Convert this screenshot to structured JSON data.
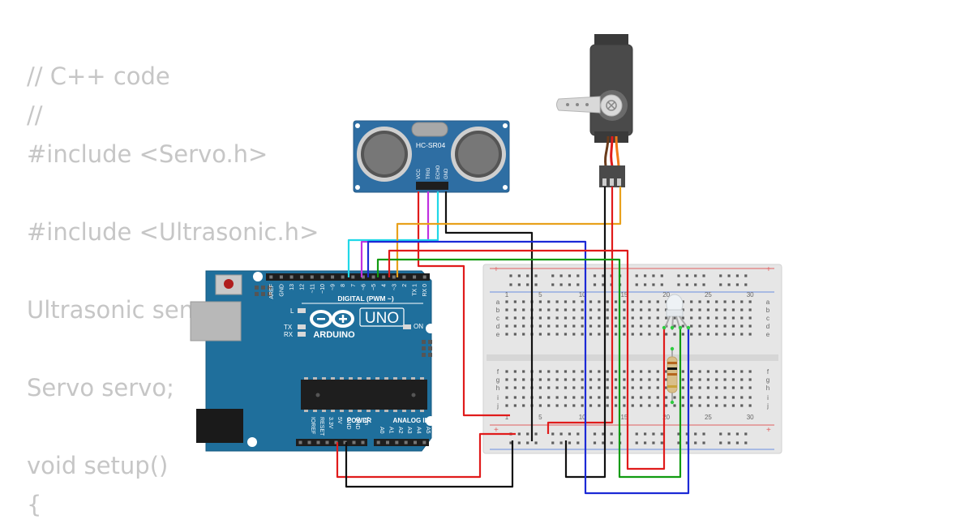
{
  "code_lines": [
    "// C++ code",
    "//",
    "#include <Servo.h>",
    "",
    "#include <Ultrasonic.h>",
    "",
    "Ultrasonic sen",
    "",
    "Servo servo;",
    "",
    "void setup()",
    "{"
  ],
  "sensor": {
    "model": "HC-SR04",
    "pins": [
      "VCC",
      "TRIG",
      "ECHO",
      "GND"
    ]
  },
  "arduino": {
    "brand": "ARDUINO",
    "model": "UNO",
    "digital_header": "DIGITAL (PWM ~)",
    "digital_pins": [
      "AREF",
      "GND",
      "13",
      "12",
      "~11",
      "~10",
      "~9",
      "8",
      "7",
      "~6",
      "~5",
      "4",
      "~3",
      "2",
      "TX 1",
      "RX 0"
    ],
    "power_label": "POWER",
    "analog_label": "ANALOG IN",
    "power_pins": [
      "IOREF",
      "RESET",
      "3.3V",
      "5V",
      "GND",
      "GND",
      "Vin"
    ],
    "analog_pins": [
      "A0",
      "A1",
      "A2",
      "A3",
      "A4",
      "A5"
    ],
    "leds": [
      "L",
      "TX",
      "RX"
    ],
    "on_label": "ON"
  },
  "breadboard": {
    "col_labels": [
      "1",
      "5",
      "10",
      "15",
      "20",
      "25",
      "30"
    ],
    "rows_top": [
      "a",
      "b",
      "c",
      "d",
      "e"
    ],
    "rows_bottom": [
      "f",
      "g",
      "h",
      "i",
      "j"
    ],
    "rail_plus": "+",
    "rail_minus": "-"
  },
  "colors": {
    "arduino": "#1f6f9c",
    "sensor": "#2e6ea3",
    "breadboard": "#e6e6e6",
    "wire_red": "#e01b1b",
    "wire_black": "#111111",
    "wire_blue": "#1c2ad6",
    "wire_green": "#109b10",
    "wire_orange": "#e8a11c",
    "wire_magenta": "#c030e0",
    "wire_cyan": "#20d8e8"
  }
}
